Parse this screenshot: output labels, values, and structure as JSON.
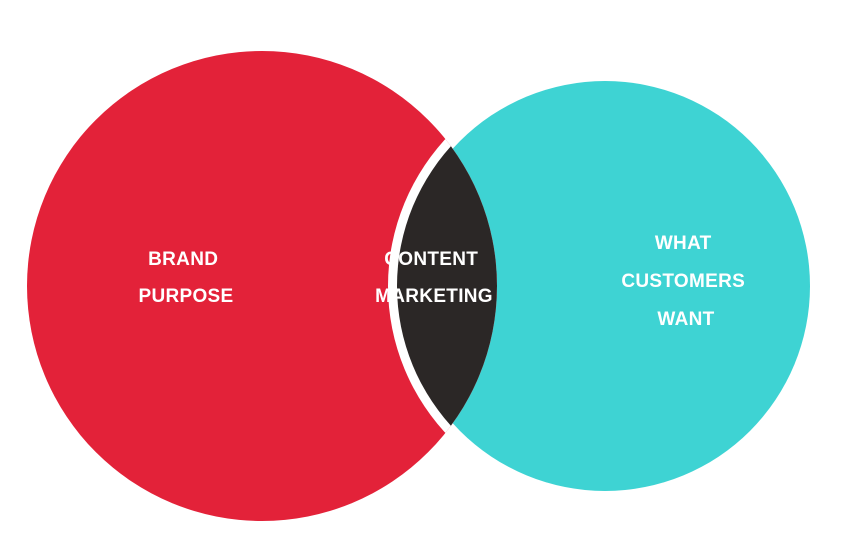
{
  "diagram": {
    "left_circle": {
      "lines": [
        "BRAND",
        "PURPOSE"
      ],
      "color": "#e32239"
    },
    "right_circle": {
      "lines": [
        "WHAT",
        "CUSTOMERS",
        "WANT"
      ],
      "color": "#3ed3d3"
    },
    "intersection": {
      "lines": [
        "CONTENT",
        "MARKETING"
      ],
      "color": "#2b2726"
    },
    "gap_color": "#ffffff"
  }
}
